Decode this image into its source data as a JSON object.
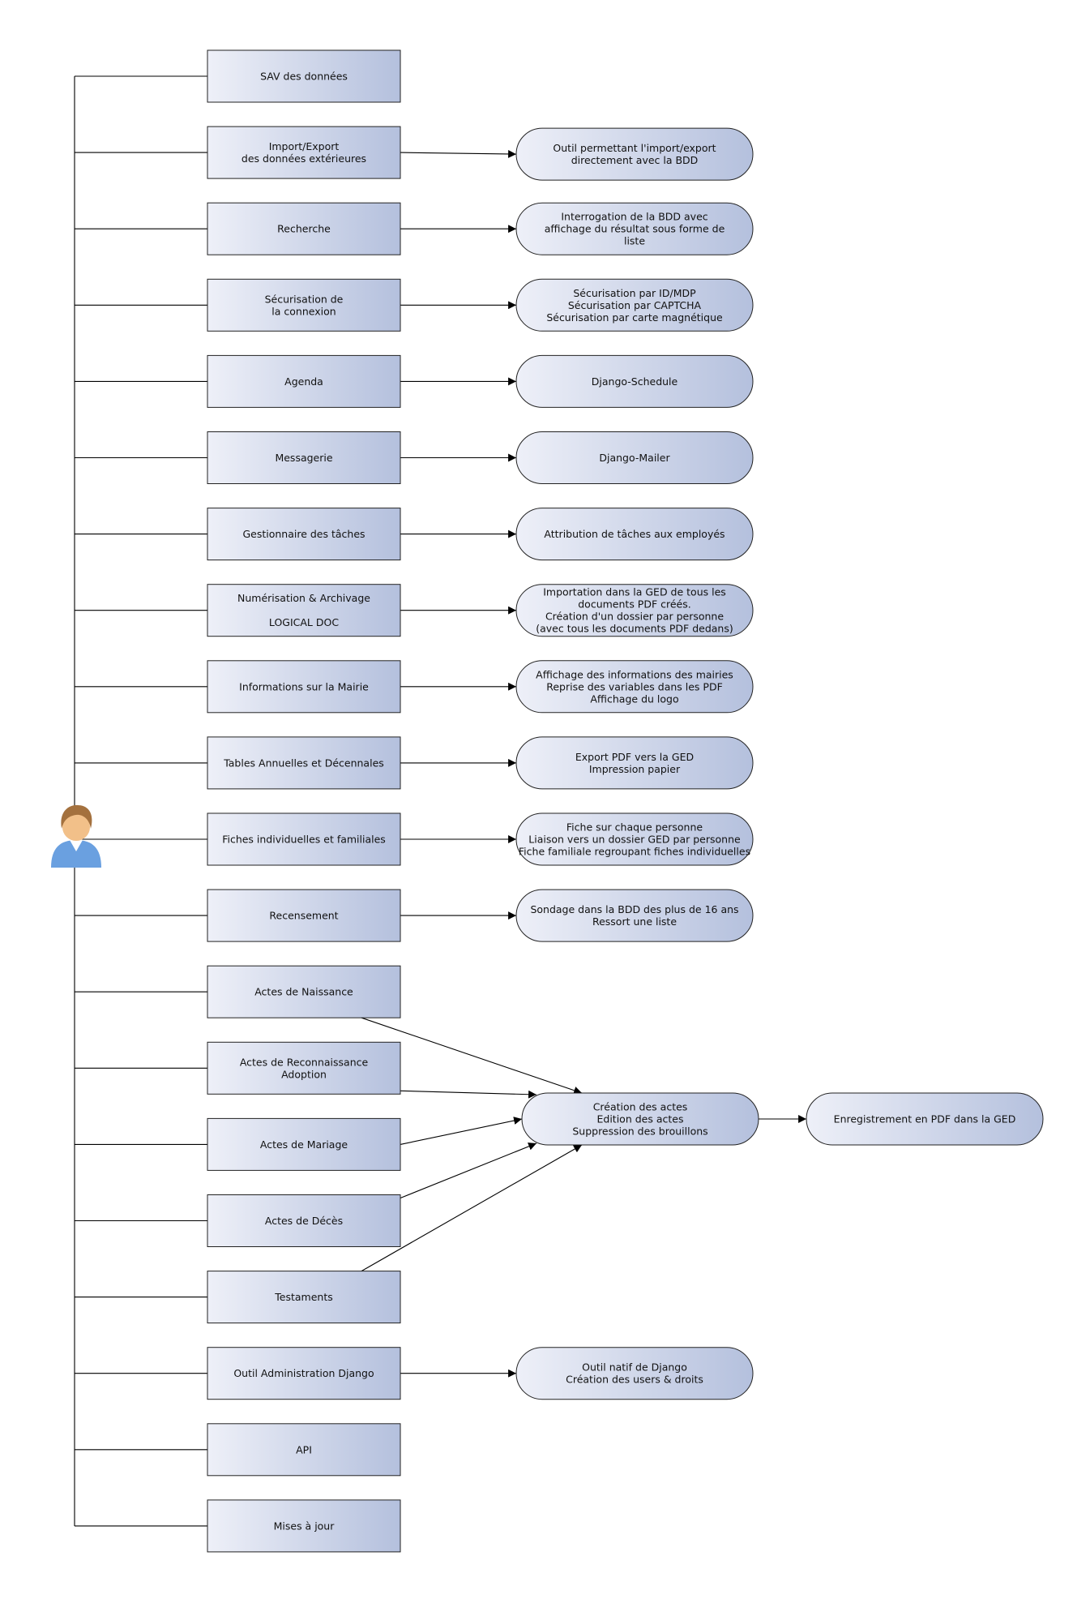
{
  "diagram": {
    "actor": {
      "icon": "user-icon"
    },
    "features": [
      {
        "lines": [
          "SAV des données"
        ]
      },
      {
        "lines": [
          "Import/Export",
          "des données extérieures"
        ]
      },
      {
        "lines": [
          "Recherche"
        ]
      },
      {
        "lines": [
          "Sécurisation de",
          "la connexion"
        ]
      },
      {
        "lines": [
          "Agenda"
        ]
      },
      {
        "lines": [
          "Messagerie"
        ]
      },
      {
        "lines": [
          "Gestionnaire des tâches"
        ]
      },
      {
        "lines": [
          "Numérisation & Archivage",
          "",
          "LOGICAL DOC"
        ]
      },
      {
        "lines": [
          "Informations sur la Mairie"
        ]
      },
      {
        "lines": [
          "Tables Annuelles et Décennales"
        ]
      },
      {
        "lines": [
          "Fiches individuelles et familiales"
        ]
      },
      {
        "lines": [
          "Recensement"
        ]
      },
      {
        "lines": [
          "Actes de Naissance"
        ]
      },
      {
        "lines": [
          "Actes de Reconnaissance",
          "Adoption"
        ]
      },
      {
        "lines": [
          "Actes de Mariage"
        ]
      },
      {
        "lines": [
          "Actes de Décès"
        ]
      },
      {
        "lines": [
          "Testaments"
        ]
      },
      {
        "lines": [
          "Outil Administration Django"
        ]
      },
      {
        "lines": [
          "API"
        ]
      },
      {
        "lines": [
          "Mises à jour"
        ]
      }
    ],
    "details": [
      {
        "row": 1,
        "lines": [
          "Outil permettant l'import/export",
          "directement avec la BDD"
        ]
      },
      {
        "row": 2,
        "lines": [
          "Interrogation de la BDD avec",
          "affichage du résultat sous forme de",
          "liste"
        ]
      },
      {
        "row": 3,
        "lines": [
          "Sécurisation par ID/MDP",
          "Sécurisation par CAPTCHA",
          "Sécurisation par carte magnétique"
        ]
      },
      {
        "row": 4,
        "lines": [
          "Django-Schedule"
        ]
      },
      {
        "row": 5,
        "lines": [
          "Django-Mailer"
        ]
      },
      {
        "row": 6,
        "lines": [
          "Attribution de tâches aux employés"
        ]
      },
      {
        "row": 7,
        "lines": [
          "Importation dans la GED de tous les",
          "documents PDF créés.",
          "Création d'un dossier par personne",
          "(avec tous les documents PDF dedans)"
        ]
      },
      {
        "row": 8,
        "lines": [
          "Affichage des informations des mairies",
          "Reprise des variables dans les PDF",
          "Affichage du logo"
        ]
      },
      {
        "row": 9,
        "lines": [
          "Export PDF vers la GED",
          "Impression papier"
        ]
      },
      {
        "row": 10,
        "lines": [
          "Fiche sur chaque personne",
          "Liaison vers un dossier GED par personne",
          "Fiche familiale regroupant fiches individuelles"
        ]
      },
      {
        "row": 11,
        "lines": [
          "Sondage dans la BDD des plus de 16 ans",
          "Ressort une liste"
        ]
      },
      {
        "row": 17,
        "lines": [
          "Outil natif de Django",
          "Création des users & droits"
        ]
      }
    ],
    "actes_process": {
      "sources": [
        12,
        13,
        14,
        15,
        16
      ],
      "lines": [
        "Création des actes",
        "Edition des actes",
        "Suppression des brouillons"
      ]
    },
    "ged_output": {
      "lines": [
        "Enregistrement en PDF dans la GED"
      ]
    },
    "colors": {
      "fill_light": "#eef0f8",
      "fill_dark": "#b4c0dd",
      "stroke": "#222222",
      "line": "#000000",
      "avatar_skin": "#f2c089",
      "avatar_hair": "#a4713e",
      "avatar_shirt": "#6aa0e0"
    }
  }
}
